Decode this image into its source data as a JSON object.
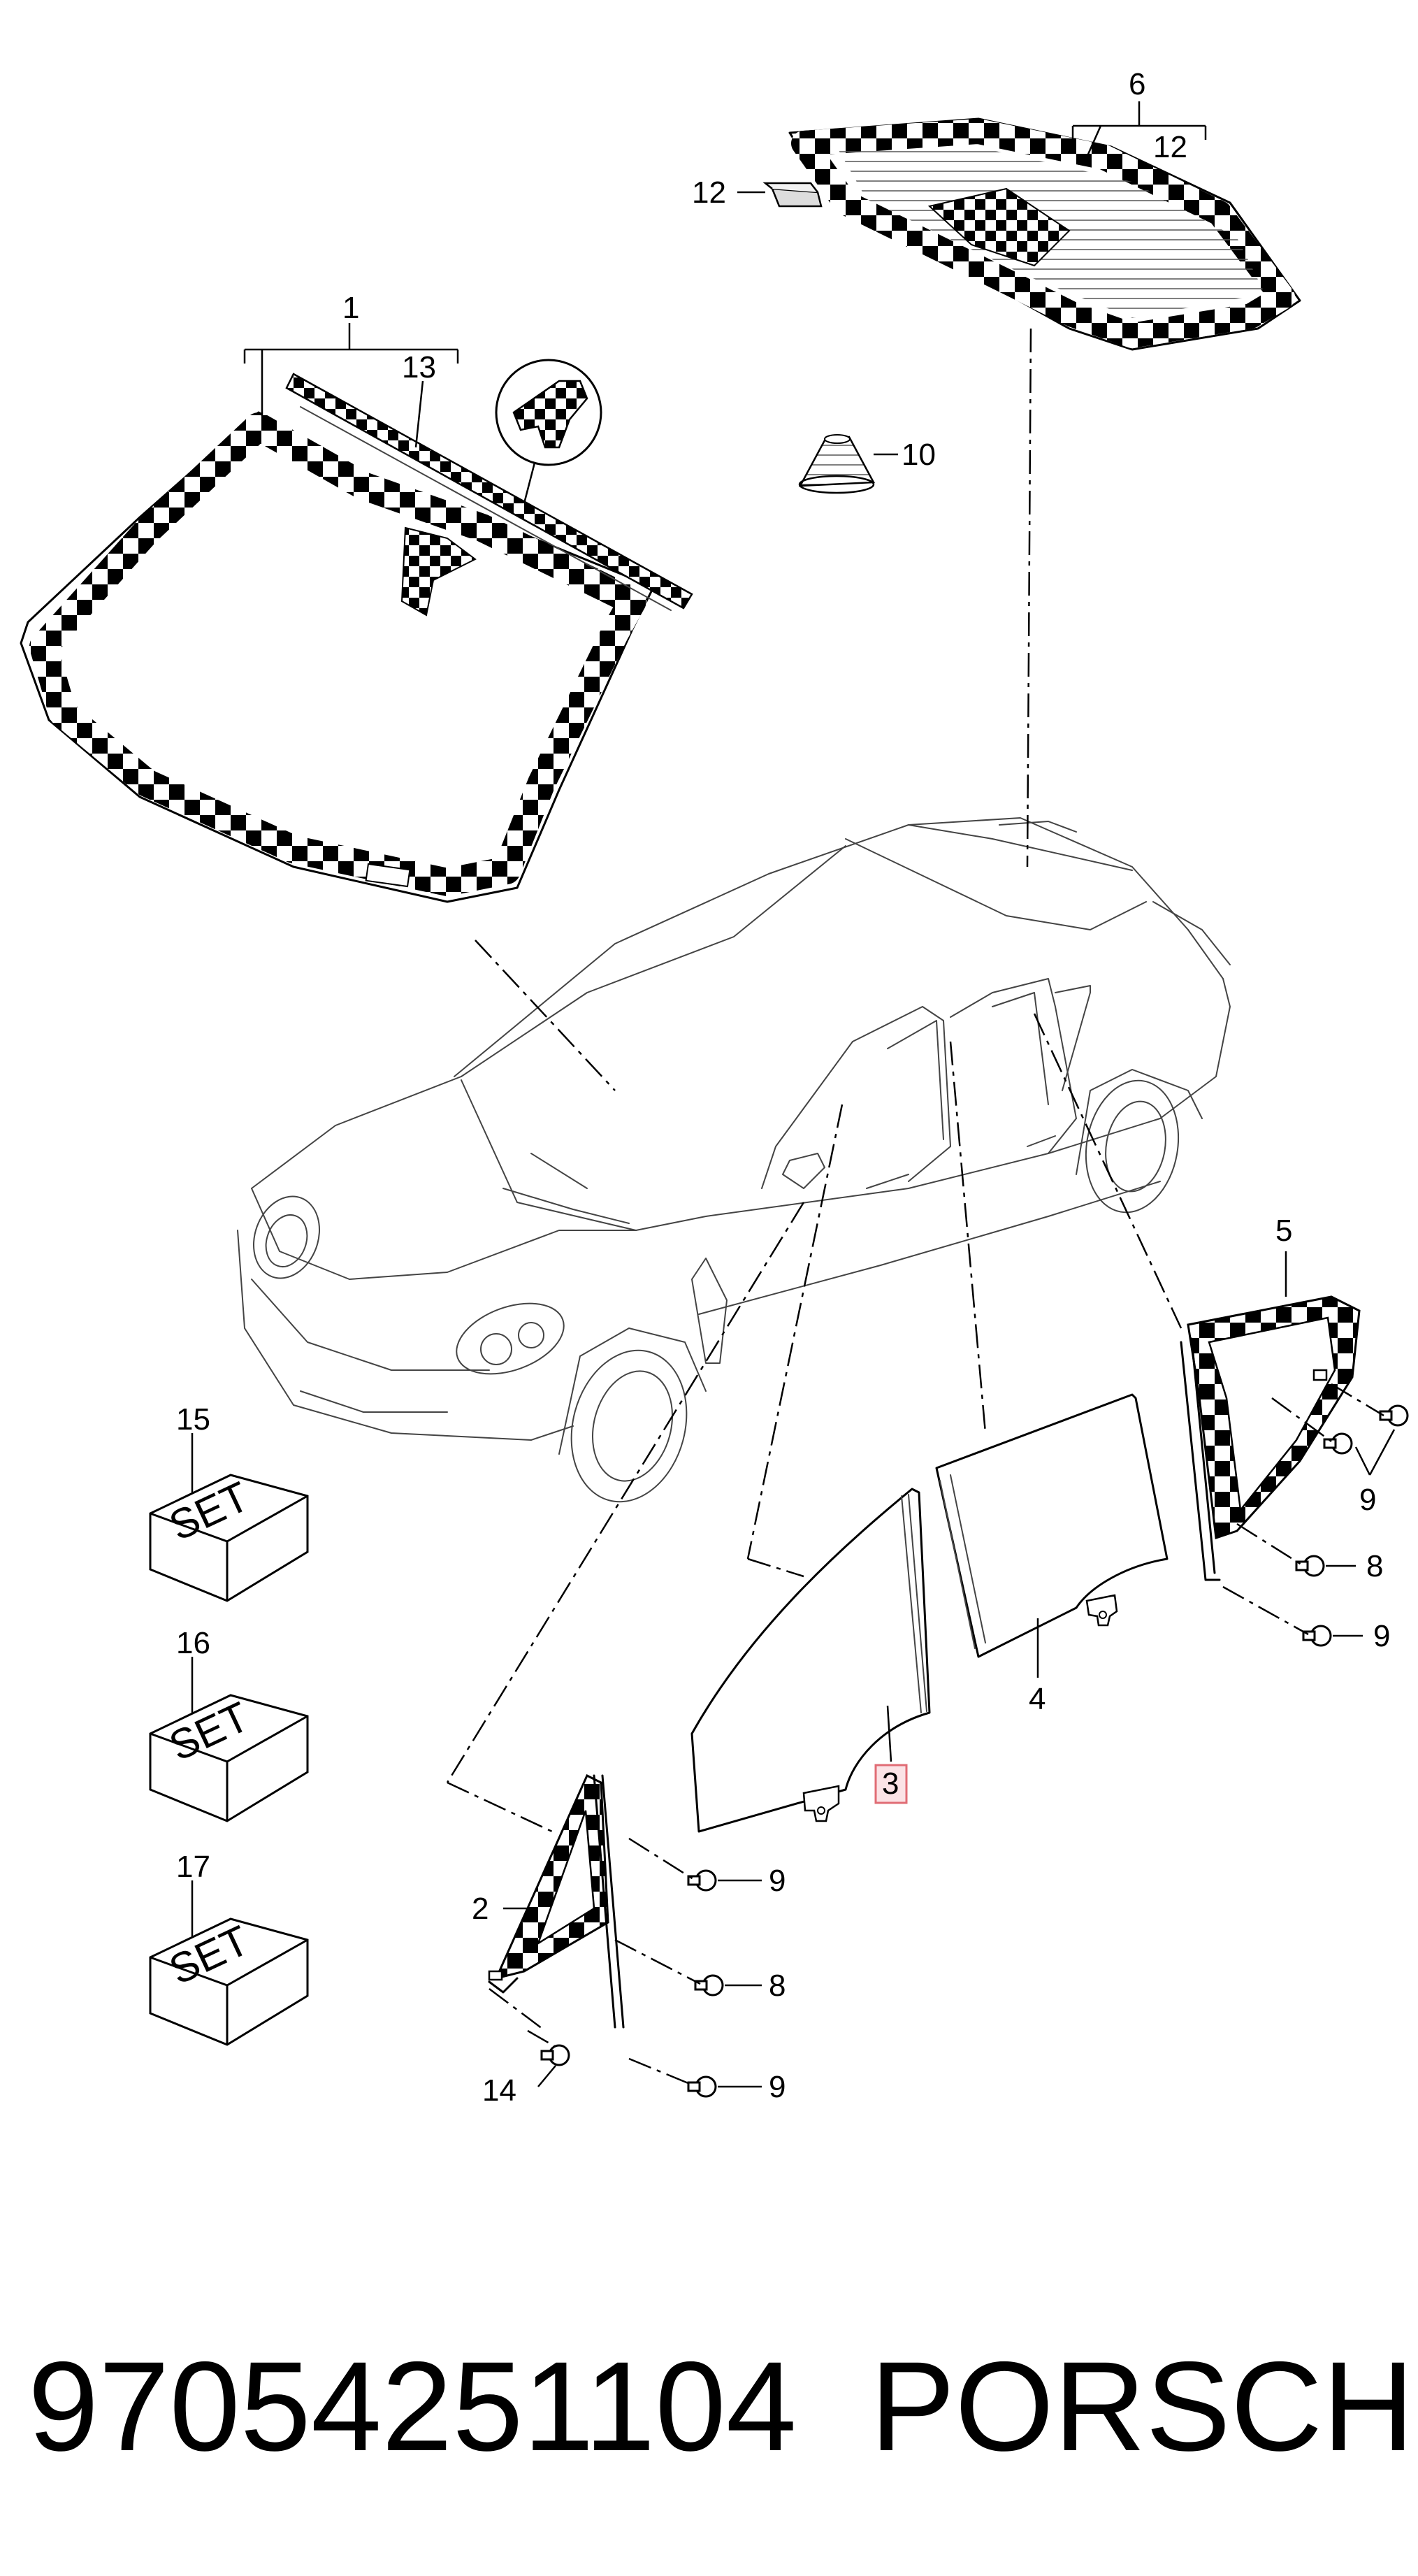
{
  "footer": {
    "part_number": "97054251104",
    "brand": "PORSCHE"
  },
  "callouts": {
    "c1": "1",
    "c2": "2",
    "c3": "3",
    "c4": "4",
    "c5": "5",
    "c6": "6",
    "c8a": "8",
    "c8b": "8",
    "c9a": "9",
    "c9b": "9",
    "c9c": "9",
    "c9d": "9",
    "c10": "10",
    "c12a": "12",
    "c12b": "12",
    "c13": "13",
    "c14": "14",
    "c15": "15",
    "c16": "16",
    "c17": "17"
  },
  "sets": {
    "set15": "SET",
    "set16": "SET",
    "set17": "SET"
  },
  "colors": {
    "line": "#000000",
    "highlight_border": "#e06c75",
    "highlight_fill": "#fbe3e6",
    "background": "#ffffff"
  }
}
